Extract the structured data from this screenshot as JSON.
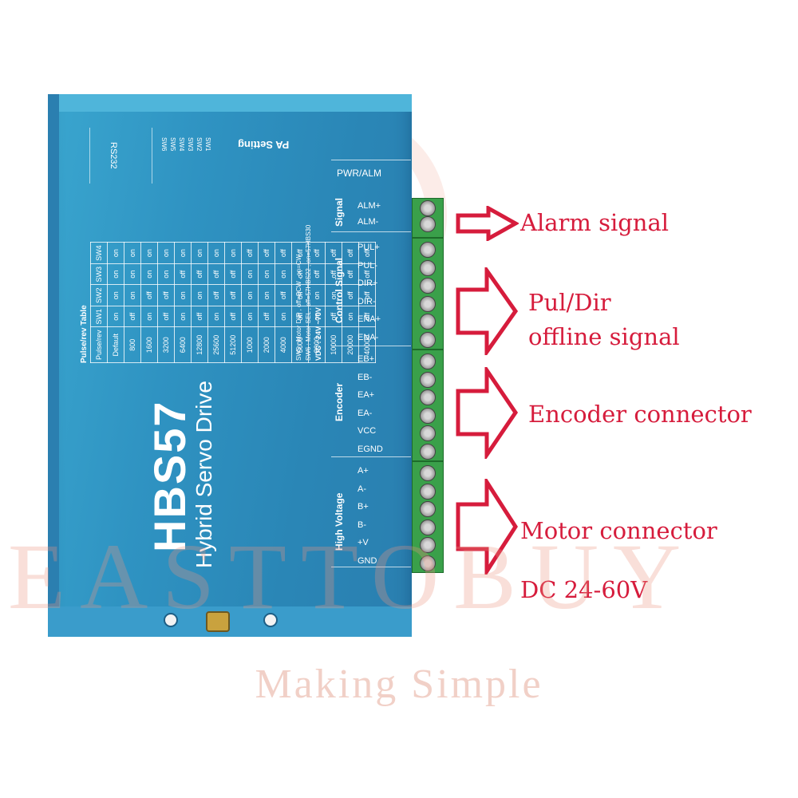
{
  "watermark": {
    "brand": "EASTTOBUY",
    "tagline": "Making Simple"
  },
  "drive": {
    "model": "HBS57",
    "name": "Hybrid Servo Drive",
    "rs232": "RS232",
    "pa_setting": "PA Setting",
    "switches": [
      "SW6",
      "SW5",
      "SW4",
      "SW3",
      "SW2",
      "SW1"
    ],
    "pulse_table": {
      "title": "Pulse/rev Table",
      "headers": [
        "Pulse/rev",
        "SW1",
        "SW2",
        "SW3",
        "SW4"
      ],
      "rows": [
        [
          "Default",
          "on",
          "on",
          "on",
          "on"
        ],
        [
          "800",
          "off",
          "on",
          "on",
          "on"
        ],
        [
          "1600",
          "on",
          "off",
          "on",
          "on"
        ],
        [
          "3200",
          "off",
          "off",
          "on",
          "on"
        ],
        [
          "6400",
          "on",
          "on",
          "off",
          "on"
        ],
        [
          "12800",
          "off",
          "on",
          "off",
          "on"
        ],
        [
          "25600",
          "on",
          "off",
          "off",
          "on"
        ],
        [
          "51200",
          "off",
          "off",
          "off",
          "on"
        ],
        [
          "1000",
          "on",
          "on",
          "on",
          "off"
        ],
        [
          "2000",
          "off",
          "on",
          "on",
          "off"
        ],
        [
          "4000",
          "on",
          "off",
          "on",
          "off"
        ],
        [
          "5000",
          "off",
          "off",
          "on",
          "off"
        ],
        [
          "8000",
          "on",
          "on",
          "off",
          "off"
        ],
        [
          "10000",
          "off",
          "on",
          "off",
          "off"
        ],
        [
          "20000",
          "on",
          "off",
          "off",
          "off"
        ],
        [
          "40000",
          "off",
          "off",
          "off",
          "off"
        ]
      ]
    },
    "note1": "SW5 : Motor DIR , off=CCW , on=CW",
    "note2": "SW6 : Motor SEL , off=57HBS22 , on=57HBS30",
    "vdc": "VDC : 24V ~70V",
    "groups": {
      "pwr": "PWR/ALM",
      "signal": "Signal",
      "control": "Control Signal",
      "encoder": "Encoder",
      "hv": "High Voltage"
    },
    "pins": {
      "alm": [
        "ALM+",
        "ALM-"
      ],
      "control": [
        "PUL+",
        "PUL-",
        "DIR+",
        "DIR-",
        "ENA+",
        "ENA-"
      ],
      "encoder": [
        "EB+",
        "EB-",
        "EA+",
        "EA-",
        "VCC",
        "EGND"
      ],
      "hv": [
        "A+",
        "A-",
        "B+",
        "B-",
        "+V",
        "GND"
      ]
    }
  },
  "callouts": {
    "alarm": "Alarm signal",
    "puldir_1": "Pul/Dir",
    "puldir_2": "offline signal",
    "encoder": "Encoder connector",
    "motor": "Motor connector",
    "dc": "DC 24-60V"
  },
  "colors": {
    "drive": "#2f93c2",
    "callout": "#d61c3c",
    "terminal": "#3aa04a"
  }
}
